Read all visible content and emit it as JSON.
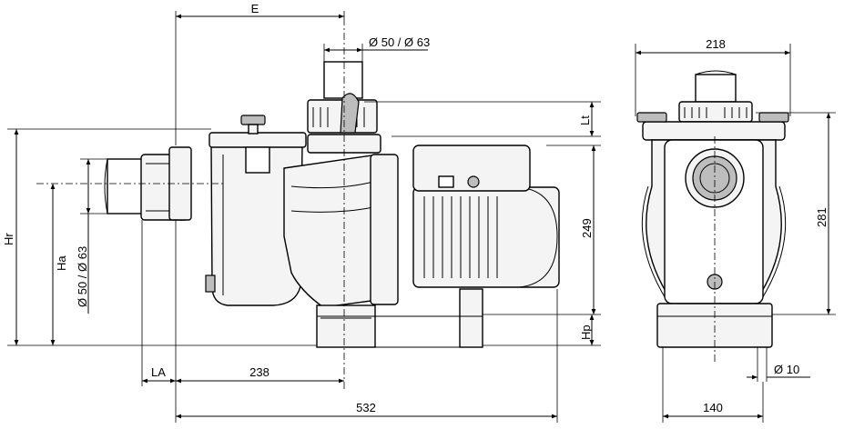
{
  "labels": {
    "e": "E",
    "diam_top": "Ø 50 / Ø 63",
    "diam_side": "Ø 50 / Ø 63",
    "lt": "Lt",
    "hr": "Hr",
    "ha": "Ha",
    "dim_249": "249",
    "hp": "Hp",
    "la": "LA",
    "dim_238": "238",
    "dim_532": "532",
    "dim_218": "218",
    "dim_281": "281",
    "diam_10": "Ø 10",
    "dim_140": "140"
  }
}
